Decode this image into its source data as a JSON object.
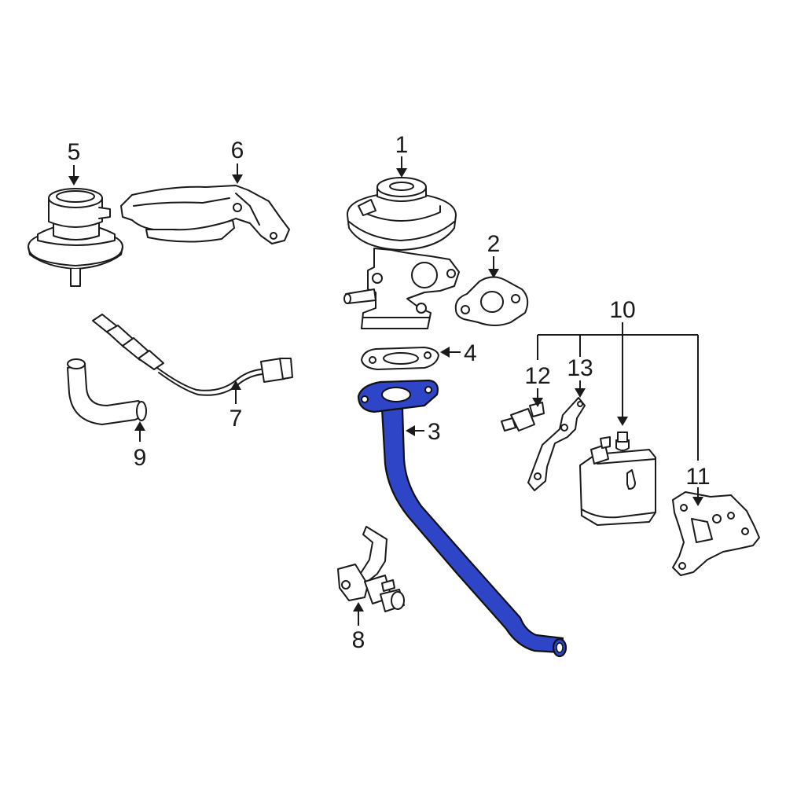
{
  "callouts": {
    "c1": "1",
    "c2": "2",
    "c3": "3",
    "c4": "4",
    "c5": "5",
    "c6": "6",
    "c7": "7",
    "c8": "8",
    "c9": "9",
    "c10": "10",
    "c11": "11",
    "c12": "12",
    "c13": "13"
  },
  "highlight_color": "#2f45c8",
  "highlighted_part": "3"
}
